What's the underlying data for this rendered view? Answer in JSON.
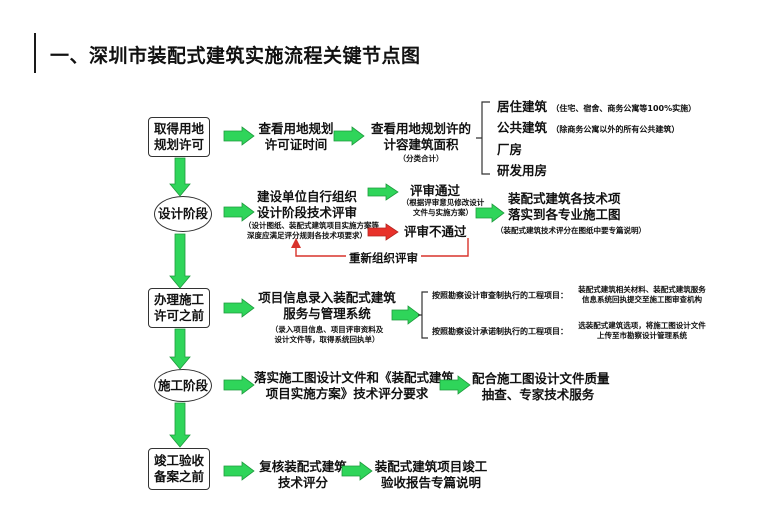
{
  "title": "一、深圳市装配式建筑实施流程关键节点图",
  "stages": {
    "s1": "取得用地\n规划许可",
    "s2": "设计阶段",
    "s3": "办理施工\n许可之前",
    "s4": "施工阶段",
    "s5": "竣工验收\n备案之前"
  },
  "row1": {
    "a": "查看用地规划\n许可证时间",
    "b": "查看用地规划许的\n计容建筑面积",
    "b_note": "（分类合计）",
    "types": [
      {
        "name": "居住建筑",
        "note": "（住宅、宿舍、商务公寓等100%实施）"
      },
      {
        "name": "公共建筑",
        "note": "（除商务公寓以外的所有公共建筑）"
      },
      {
        "name": "厂房",
        "note": ""
      },
      {
        "name": "研发用房",
        "note": ""
      }
    ]
  },
  "row2": {
    "a": "建设单位自行组织\n设计阶段技术评审",
    "a_note": "（设计图纸、装配式建筑项目实施方案等\n深度应满足评分规则各技术项要求）",
    "pass": "评审通过",
    "pass_note": "（根据评审意见修改设计\n文件与实施方案）",
    "fail": "评审不通过",
    "result": "装配式建筑各技术项\n落实到各专业施工图",
    "result_note": "（装配式建筑技术评分在图纸中要专篇说明）",
    "loop": "重新组织评审"
  },
  "row3": {
    "a": "项目信息录入装配式建筑\n服务与管理系统",
    "a_note": "（录入项目信息、项目评审资料及\n设计文件等，取得系统回执单）",
    "b1": "按照勘察设计审查制执行的工程项目：",
    "b1_note": "装配式建筑相关材料、装配式建筑服务\n信息系统回执提交至施工图审查机构",
    "b2": "按照勘察设计承诺制执行的工程项目：",
    "b2_note": "选装配式建筑选项，将施工图设计文件\n上传至市勘察设计管理系统"
  },
  "row4": {
    "a": "落实施工图设计文件和《装配式建筑\n项目实施方案》技术评分要求",
    "b": "配合施工图设计文件质量\n抽查、专家技术服务"
  },
  "row5": {
    "a": "复核装配式建筑\n技术评分",
    "b": "装配式建筑项目竣工\n验收报告专篇说明"
  },
  "colors": {
    "green": "#2fd55a",
    "green_stroke": "#1d9a3c",
    "red": "#e8312a",
    "red_line": "#d8332c",
    "line": "#333333"
  }
}
